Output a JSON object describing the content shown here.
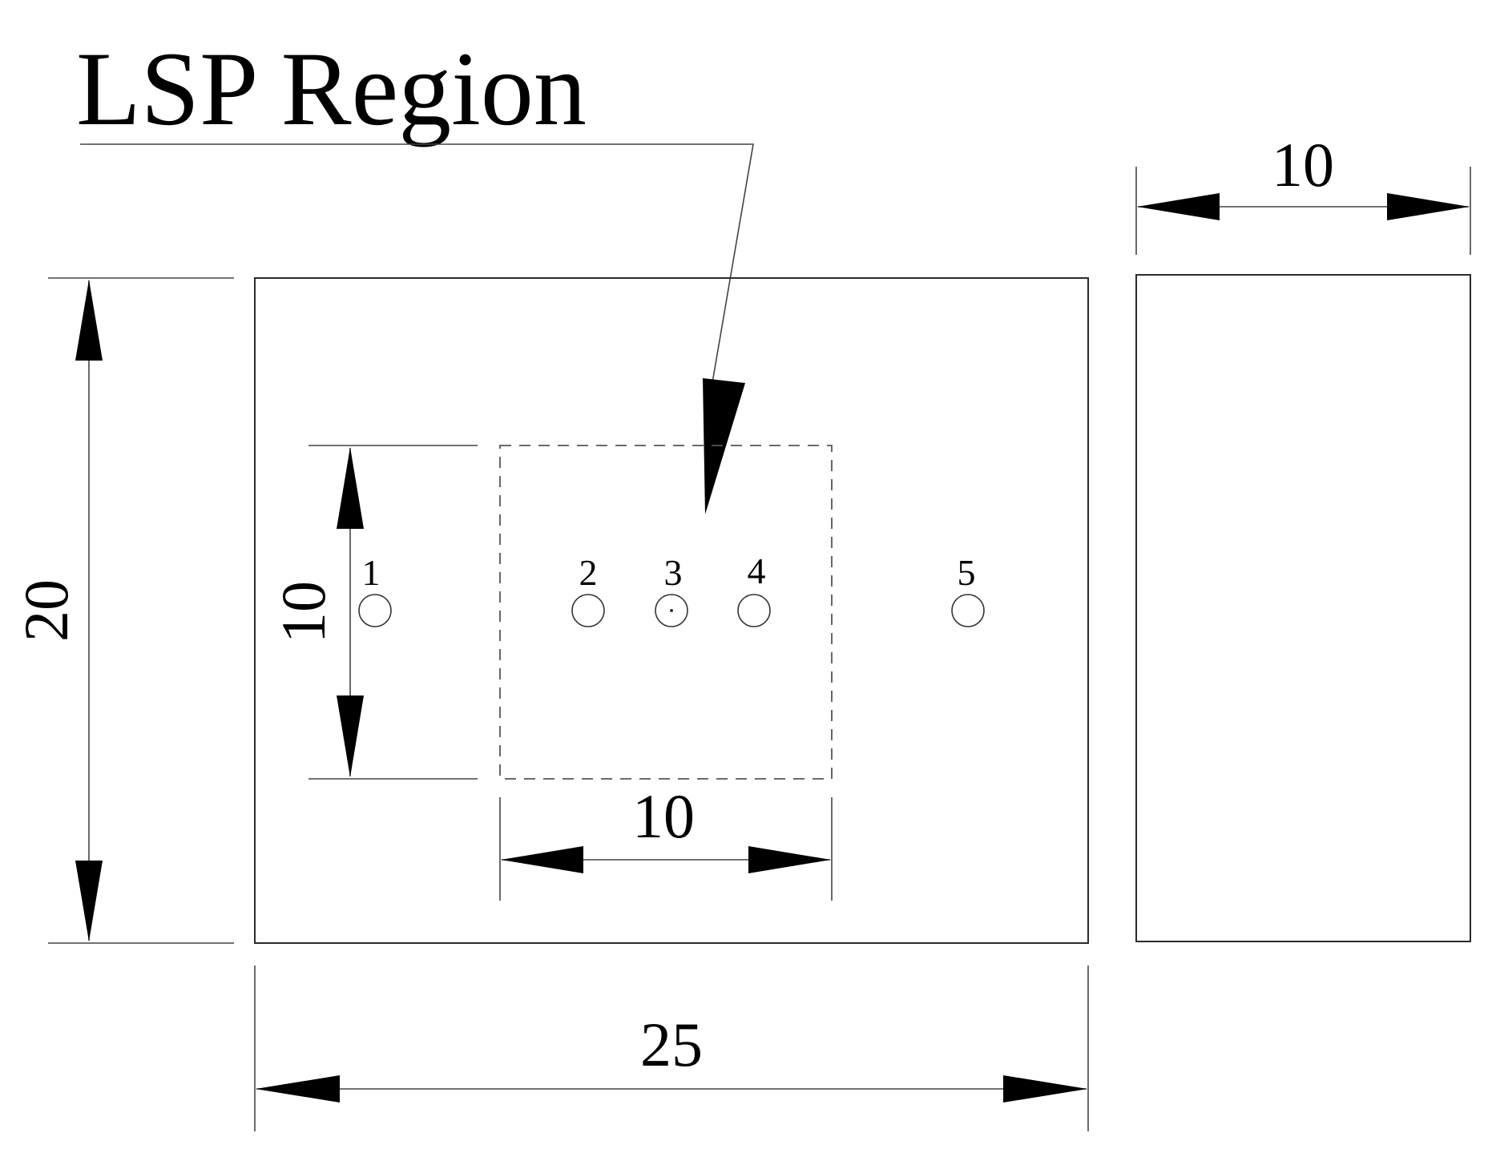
{
  "title": "LSP Region",
  "dimensions": {
    "specimen_height": "20",
    "specimen_width": "25",
    "region_height": "10",
    "region_width": "10",
    "side_thickness": "10"
  },
  "points": [
    "1",
    "2",
    "3",
    "4",
    "5"
  ]
}
